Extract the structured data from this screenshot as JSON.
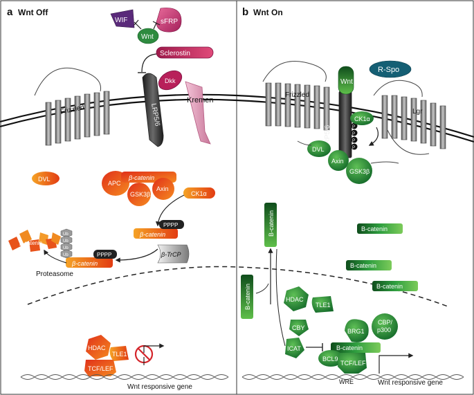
{
  "panels": {
    "a": {
      "letter": "a",
      "title": "Wnt Off"
    },
    "b": {
      "letter": "b",
      "title": "Wnt On"
    }
  },
  "left": {
    "wif": "WIF",
    "sfrp": "sFRP",
    "wnt": "Wnt",
    "sclerostin": "Sclerostin",
    "dkk": "Dkk",
    "kremen": "Kremen",
    "lrp": "LRP5/6",
    "frizzled": "Frizzled",
    "dvl": "DVL",
    "apc": "APC",
    "beta_catenin": "β-catenin",
    "gsk3b": "GSK3β",
    "axin": "Axin",
    "ck1a": "CK1α",
    "pppp": "PPPP",
    "btrcp": "β-TrCP",
    "ub": "Ub",
    "proteasome": "Proteasome",
    "hdac": "HDAC",
    "tle1": "TLE1",
    "tcf_lef": "TCF/LEF",
    "gene": "Wnt responsive gene"
  },
  "right": {
    "frizzled": "Frizzled",
    "wnt": "Wnt",
    "lrp": "LRP5/6",
    "rspo": "R-Spo",
    "lgr": "Lgr",
    "ck1a": "CK1α",
    "dvl": "DVL",
    "axin": "Axin",
    "gsk3b": "GSK3β",
    "p": "P",
    "b_catenin": "B-catenin",
    "hdac": "HDAC",
    "tle1": "TLE1",
    "cby": "CBY",
    "icat": "ICAT",
    "brg1": "BRG1",
    "cbp": "CBP/",
    "p300": "p300",
    "bcl9": "BCL9",
    "tcf_lef": "TCF/LEF",
    "wre": "WRE",
    "gene": "Wnt responsive gene"
  },
  "colors": {
    "orange": "#e8531b",
    "orange_light": "#f39a2a",
    "green": "#2e9e3f",
    "green_dark": "#145a23",
    "receptor": "#8a8a8a",
    "wif": "#5a2a7a",
    "sfrp": "#d2427a",
    "kremen": "#e8a8c4",
    "rspo": "#155f74"
  }
}
